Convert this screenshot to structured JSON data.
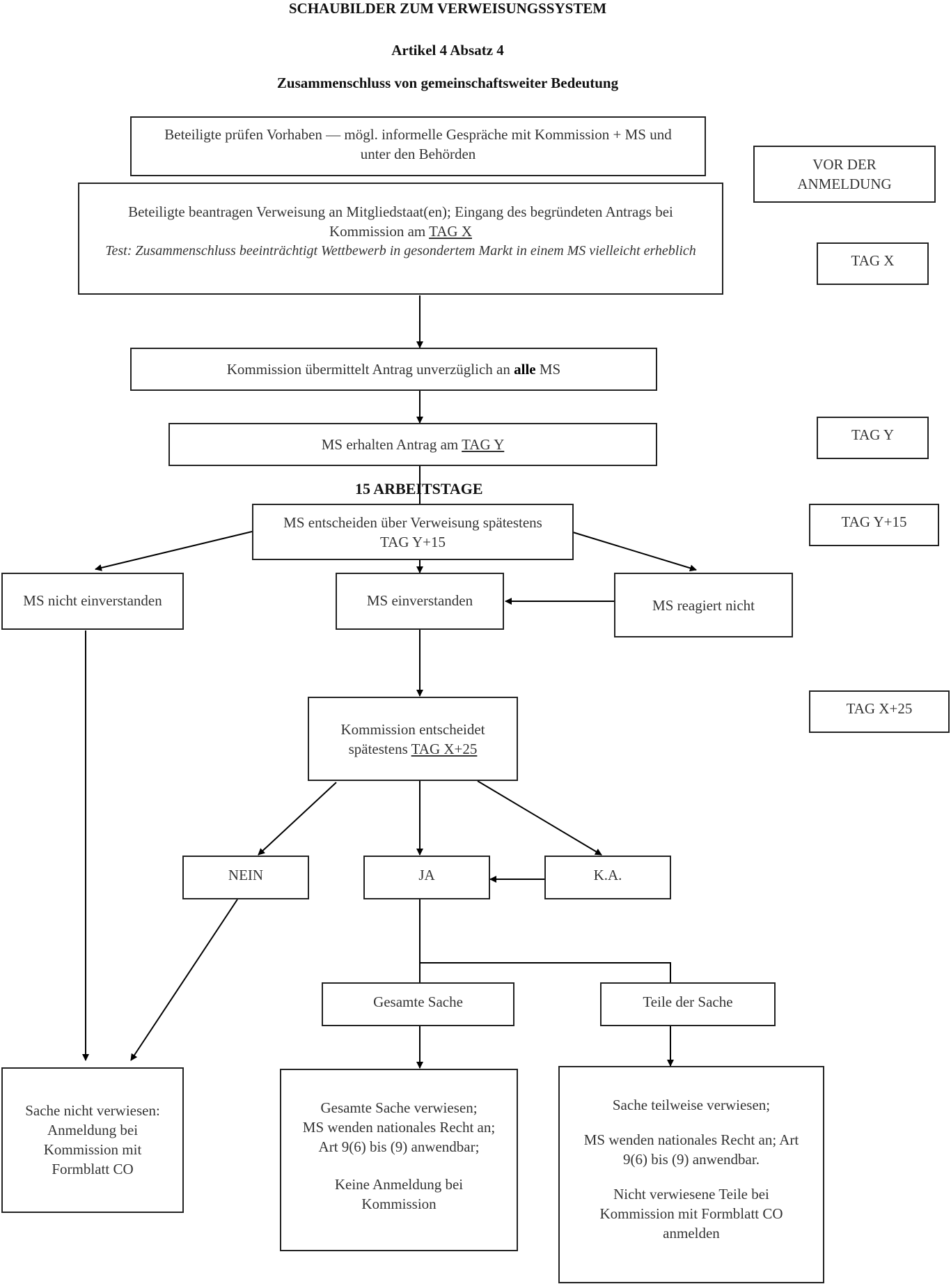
{
  "header": {
    "title": "SCHAUBILDER ZUM VERWEISUNGSSYSTEM",
    "article": "Artikel 4 Absatz 4",
    "subtitle": "Zusammenschluss von gemeinschaftsweiter Bedeutung"
  },
  "timeline": {
    "vor_anmeldung": "VOR DER ANMELDUNG",
    "tag_x": "TAG X",
    "tag_y": "TAG Y",
    "tag_y15": "TAG Y+15",
    "tag_x25": "TAG X+25"
  },
  "flow": {
    "pruefen": "Beteiligte prüfen Vorhaben — mögl. informelle Gespräche mit Kommission + MS und unter den Behörden",
    "beantragen": {
      "line1": "Beteiligte beantragen Verweisung an Mitgliedstaat(en); Eingang des begründeten Antrags bei",
      "line2a": "Kommission am ",
      "line2b": "TAG X",
      "test": "Test: Zusammenschluss beeinträchtigt Wettbewerb in gesondertem Markt in einem MS vielleicht erheblich"
    },
    "uebermittelt": {
      "a": "Kommission übermittelt Antrag unverzüglich an ",
      "b": "alle",
      "c": " MS"
    },
    "erhalten": {
      "a": "MS erhalten Antrag am ",
      "b": "TAG Y"
    },
    "arbeitstage": "15 ARBEITSTAGE",
    "entscheiden": {
      "line1": "MS entscheiden über Verweisung spätestens",
      "line2": "TAG Y+15"
    },
    "nicht_einverstanden": "MS nicht einverstanden",
    "einverstanden": "MS einverstanden",
    "reagiert_nicht": "MS reagiert nicht",
    "kommission_entscheidet": {
      "line1": "Kommission entscheidet",
      "line2a": "spätestens ",
      "line2b": "TAG X+25"
    },
    "nein": "NEIN",
    "ja": "JA",
    "ka": "K.A.",
    "gesamte_sache": "Gesamte Sache",
    "teile_der_sache": "Teile der Sache",
    "nicht_verwiesen": {
      "line1": "Sache nicht verwiesen:",
      "line2": "Anmeldung bei",
      "line3": "Kommission mit",
      "line4": "Formblatt CO"
    },
    "gesamt_verwiesen": {
      "line1": "Gesamte Sache verwiesen;",
      "line2": "MS wenden nationales Recht an;",
      "line3": "Art 9(6) bis (9) anwendbar;",
      "line4": "Keine Anmeldung bei",
      "line5": "Kommission"
    },
    "teilweise_verwiesen": {
      "line1": "Sache teilweise verwiesen;",
      "line2": "MS wenden nationales Recht an; Art",
      "line3": "9(6) bis (9) anwendbar.",
      "line4": "Nicht verwiesene Teile bei",
      "line5": "Kommission mit Formblatt CO",
      "line6": "anmelden"
    }
  }
}
